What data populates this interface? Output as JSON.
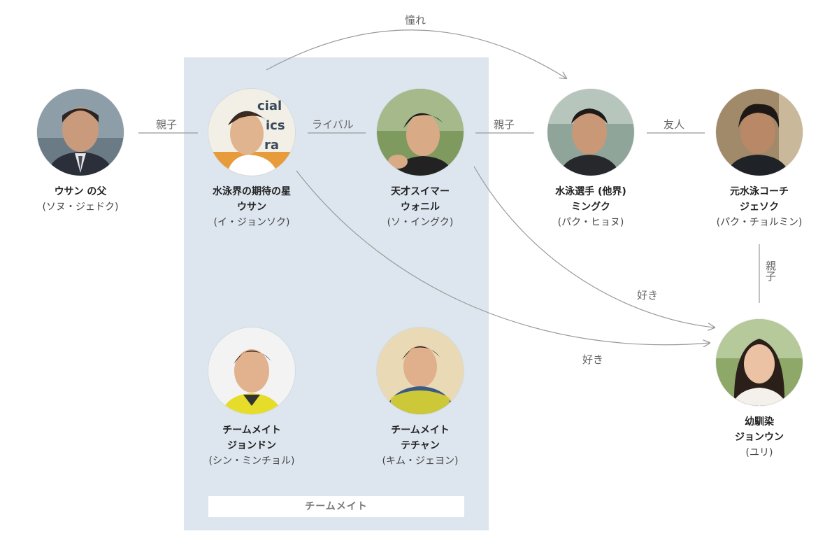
{
  "team_label": "チームメイト",
  "characters": {
    "father": {
      "title_lines": [
        "ウサン の父"
      ],
      "actor": "(ソヌ・ジェドク)",
      "icon": "person-portrait"
    },
    "usan": {
      "title_lines": [
        "水泳界の期待の星",
        "ウサン"
      ],
      "actor": "(イ・ジョンソク)",
      "icon": "person-portrait"
    },
    "wonil": {
      "title_lines": [
        "天才スイマー",
        "ウォニル"
      ],
      "actor": "(ソ・イングク)",
      "icon": "person-portrait"
    },
    "mingu": {
      "title_lines": [
        "水泳選手 (他界)",
        "ミングク"
      ],
      "actor": "(パク・ヒョヌ)",
      "icon": "person-portrait"
    },
    "coach": {
      "title_lines": [
        "元水泳コーチ",
        "ジェソク"
      ],
      "actor": "(パク・チョルミン)",
      "icon": "person-portrait"
    },
    "jongdon": {
      "title_lines": [
        "チームメイト",
        "ジョンドン"
      ],
      "actor": "(シン・ミンチョル)",
      "icon": "person-portrait"
    },
    "tehan": {
      "title_lines": [
        "チームメイト",
        "テチャン"
      ],
      "actor": "(キム・ジェヨン)",
      "icon": "person-portrait"
    },
    "yuri": {
      "title_lines": [
        "幼馴染",
        "ジョンウン"
      ],
      "actor": "(ユリ)",
      "icon": "person-portrait"
    }
  },
  "relations": {
    "father_usan": "親子",
    "usan_wonil": "ライバル",
    "wonil_mingu": "親子",
    "mingu_coach": "友人",
    "coach_yuri": "親子",
    "admire": "憧れ",
    "like_wonil": "好き",
    "like_usan": "好き"
  },
  "colors": {
    "team_bg": "#dde6ee",
    "line": "#999999"
  }
}
